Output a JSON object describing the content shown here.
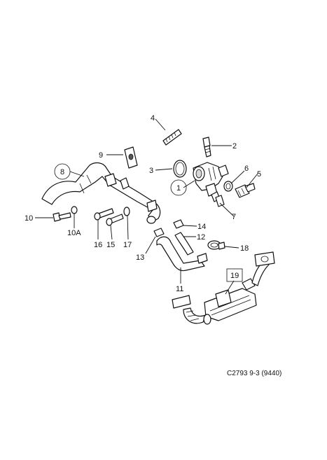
{
  "diagram": {
    "labels": {
      "l1": "1",
      "l2": "2",
      "l3": "3",
      "l4": "4",
      "l5": "5",
      "l6": "6",
      "l7": "7",
      "l8": "8",
      "l9": "9",
      "l10": "10",
      "l10a": "10A",
      "l11": "11",
      "l12": "12",
      "l13": "13",
      "l14": "14",
      "l15": "15",
      "l16": "16",
      "l17": "17",
      "l18": "18",
      "l19": "19"
    },
    "reference": "C2793 9-3 (9440)"
  }
}
